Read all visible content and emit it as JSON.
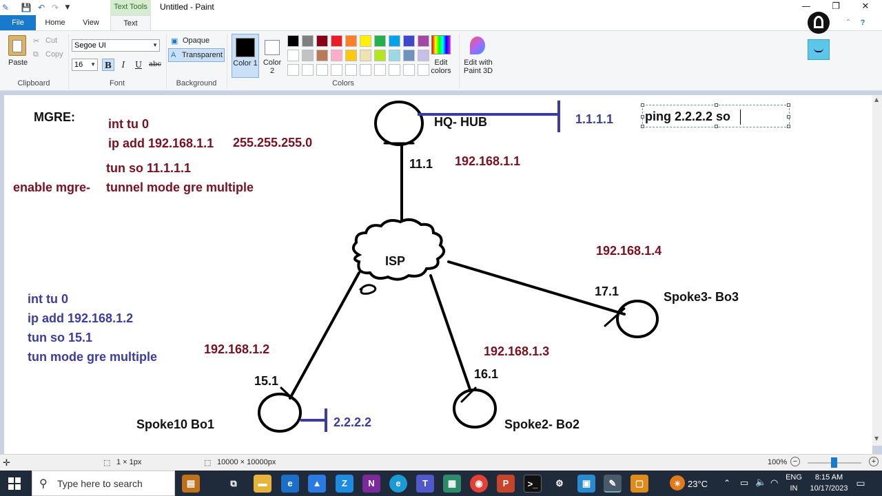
{
  "titlebar": {
    "context_tab": "Text Tools",
    "title": "Untitled - Paint",
    "minimize": "—",
    "restore": "❐",
    "close": "✕"
  },
  "tabs": {
    "file": "File",
    "home": "Home",
    "view": "View",
    "text": "Text"
  },
  "ribbon": {
    "clipboard": {
      "paste": "Paste",
      "cut": "Cut",
      "copy": "Copy",
      "label": "Clipboard"
    },
    "font": {
      "family": "Segoe UI",
      "size": "16",
      "bold": "B",
      "italic": "I",
      "underline": "U",
      "strike": "abc",
      "label": "Font"
    },
    "background": {
      "opaque": "Opaque",
      "transparent": "Transparent",
      "label": "Background"
    },
    "colors": {
      "color1": "Color 1",
      "color2": "Color 2",
      "edit": "Edit colors",
      "edit3d": "Edit with Paint 3D",
      "label": "Colors",
      "palette_row1": [
        "#000000",
        "#7f7f7f",
        "#880015",
        "#ed1c24",
        "#ff7f27",
        "#fff200",
        "#22b14c",
        "#00a2e8",
        "#3f48cc",
        "#a349a4"
      ],
      "palette_row2": [
        "#ffffff",
        "#c3c3c3",
        "#b97a57",
        "#ffaec9",
        "#ffc90e",
        "#efe4b0",
        "#b5e61d",
        "#99d9ea",
        "#7092be",
        "#c8bfe7"
      ]
    }
  },
  "drawing": {
    "mgre": "MGRE:",
    "hub_cfg": {
      "l1": "int tu 0",
      "l2": "ip add 192.168.1.1",
      "l2b": "255.255.255.0",
      "l3": "tun so 11.1.1.1",
      "enable": "enable mgre-",
      "l4": "tunnel  mode gre multiple"
    },
    "hub_name": "HQ- HUB",
    "hub_loop": "1.1.1.1",
    "typing_text": "ping 2.2.2.2 so",
    "hub_link": "11.1",
    "hub_tunnel": "192.168.1.1",
    "isp": "ISP",
    "spoke3_tunnel": "192.168.1.4",
    "spoke3_link": "17.1",
    "spoke3_name": "Spoke3- Bo3",
    "spoke1_cfg": {
      "l1": "int tu 0",
      "l2": "ip add 192.168.1.2",
      "l3": "tun so 15.1",
      "l4": "tun mode gre multiple"
    },
    "spoke1_tunnel": "192.168.1.2",
    "spoke1_link": "15.1",
    "spoke1_name": "Spoke10 Bo1",
    "spoke1_loop": "2.2.2.2",
    "spoke2_tunnel": "192.168.1.3",
    "spoke2_link": "16.1",
    "spoke2_name": "Spoke2- Bo2"
  },
  "statusbar": {
    "selection": "1 × 1px",
    "size": "10000 × 10000px",
    "zoom": "100%"
  },
  "taskbar": {
    "search_placeholder": "Type here to search",
    "weather": "23°C",
    "lang1": "ENG",
    "lang2": "IN",
    "time": "8:15 AM",
    "date": "10/17/2023"
  }
}
